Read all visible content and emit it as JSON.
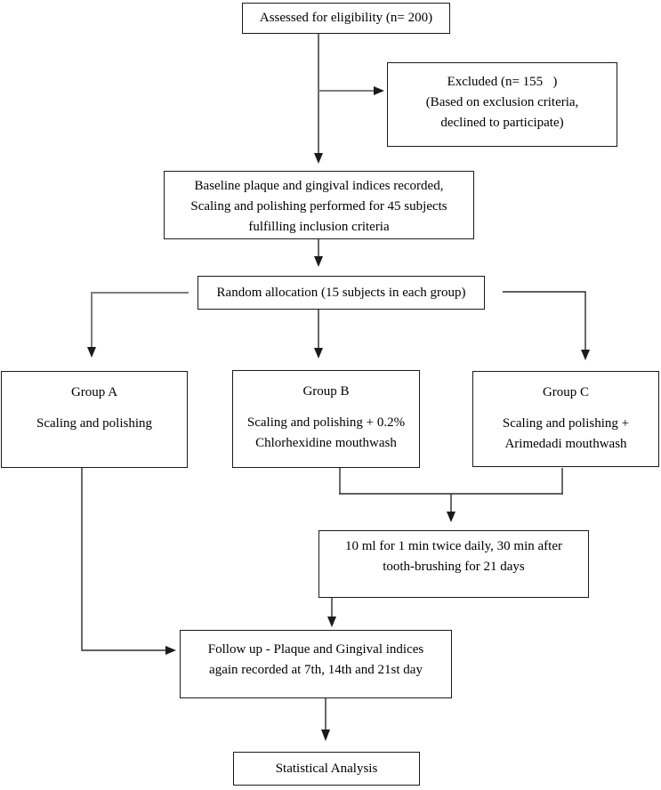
{
  "diagram_type": "clinical-trial-flowchart",
  "colors": {
    "background": "#ffffff",
    "box_border": "#1a1a1a",
    "text": "#000000",
    "connector_dark": "#2b2b2b",
    "connector_gray": "#7d7d7d"
  },
  "nodes": {
    "assessed": {
      "lines": [
        "Assessed for eligibility (n= 200)"
      ]
    },
    "excluded": {
      "lines": [
        "Excluded (n= 155   )",
        "(Based on exclusion criteria,",
        "declined to participate)"
      ]
    },
    "baseline": {
      "lines": [
        "Baseline plaque and gingival indices recorded,",
        "Scaling and polishing performed for 45 subjects",
        "fulfilling inclusion criteria"
      ]
    },
    "random": {
      "lines": [
        "Random allocation (15 subjects in each group)"
      ]
    },
    "group_a": {
      "title": "Group A",
      "lines": [
        "Scaling and polishing"
      ]
    },
    "group_b": {
      "title": "Group B",
      "lines": [
        "Scaling and polishing + 0.2%",
        "Chlorhexidine mouthwash"
      ]
    },
    "group_c": {
      "title": "Group C",
      "lines": [
        "Scaling and polishing +",
        "Arimedadi mouthwash"
      ]
    },
    "dosage": {
      "lines": [
        "10 ml for 1 min twice daily, 30 min after",
        "tooth-brushing for 21 days"
      ]
    },
    "followup": {
      "lines": [
        "Follow up - Plaque and Gingival indices",
        "again recorded at 7th, 14th and 21st day"
      ]
    },
    "stats": {
      "lines": [
        "Statistical Analysis"
      ]
    }
  },
  "edges": [
    {
      "from": "assessed",
      "to": "baseline"
    },
    {
      "from": "assessed",
      "to": "excluded"
    },
    {
      "from": "baseline",
      "to": "random"
    },
    {
      "from": "random",
      "to": "group_a"
    },
    {
      "from": "random",
      "to": "group_b"
    },
    {
      "from": "random",
      "to": "group_c"
    },
    {
      "from": "group_b",
      "to": "dosage"
    },
    {
      "from": "group_c",
      "to": "dosage"
    },
    {
      "from": "dosage",
      "to": "followup"
    },
    {
      "from": "group_a",
      "to": "followup"
    },
    {
      "from": "followup",
      "to": "stats"
    }
  ]
}
